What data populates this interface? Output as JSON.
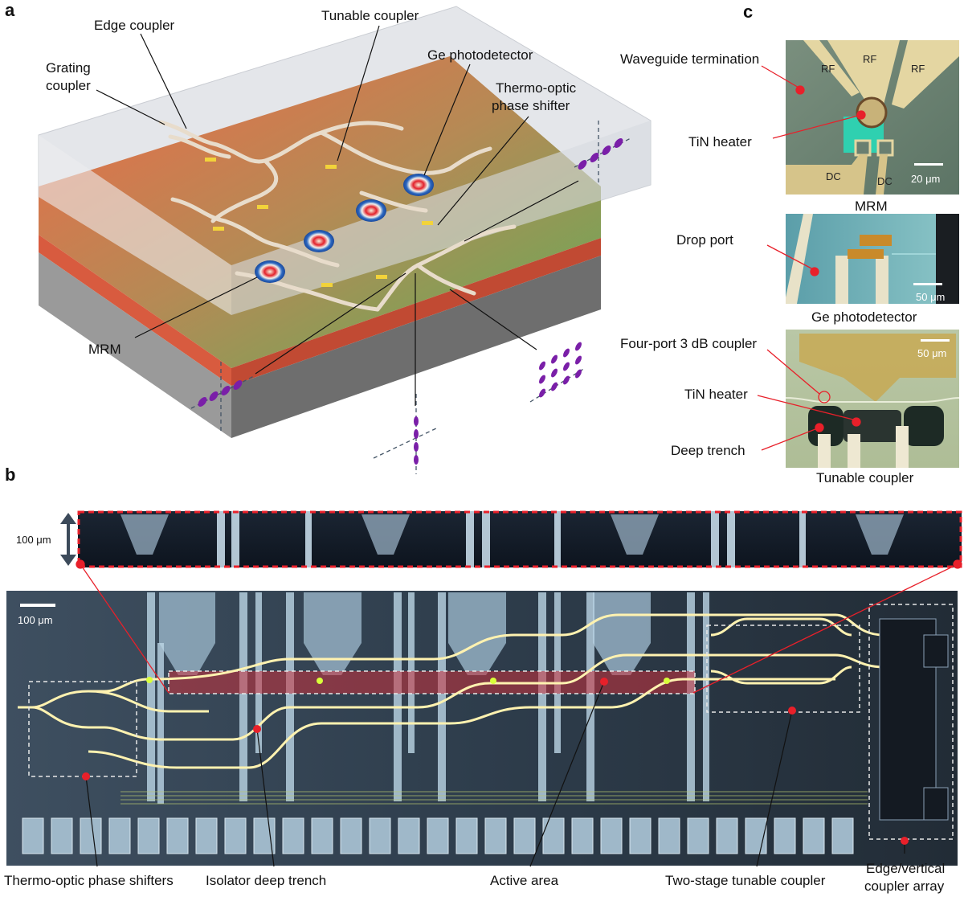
{
  "panels": {
    "a": "a",
    "b": "b",
    "c": "c"
  },
  "panel_a": {
    "edge_coupler": "Edge coupler",
    "tunable_coupler": "Tunable coupler",
    "ge_photodetector": "Ge photodetector",
    "grating_coupler_1": "Grating",
    "grating_coupler_2": "coupler",
    "thermo_optic_1": "Thermo-optic",
    "thermo_optic_2": "phase shifter",
    "mrm": "MRM"
  },
  "panel_b": {
    "scale_inset": "100 μm",
    "scale_main": "100 μm",
    "thermo_optic_phase_shifters": "Thermo-optic phase shifters",
    "isolator_deep_trench": "Isolator deep trench",
    "active_area": "Active area",
    "two_stage_tunable_coupler": "Two-stage tunable coupler",
    "edge_vertical_1": "Edge/vertical",
    "edge_vertical_2": "coupler array"
  },
  "panel_c": {
    "waveguide_termination": "Waveguide termination",
    "tin_heater_1": "TiN heater",
    "rf_1": "RF",
    "rf_2": "RF",
    "rf_3": "RF",
    "dc_1": "DC",
    "dc_2": "DC",
    "scale_1": "20 μm",
    "mrm_caption": "MRM",
    "drop_port": "Drop port",
    "scale_2": "50 μm",
    "ge_caption": "Ge photodetector",
    "four_port": "Four-port 3 dB coupler",
    "tin_heater_2": "TiN heater",
    "deep_trench": "Deep trench",
    "scale_3": "50 μm",
    "tunable_caption": "Tunable coupler"
  },
  "colors": {
    "callout_red": "#e8202a",
    "waveguide_glow": "#fff2b0",
    "chip_orange": "#ef6a4a",
    "chip_green": "#6fb05a",
    "photon_purple": "#7a1fa8"
  }
}
